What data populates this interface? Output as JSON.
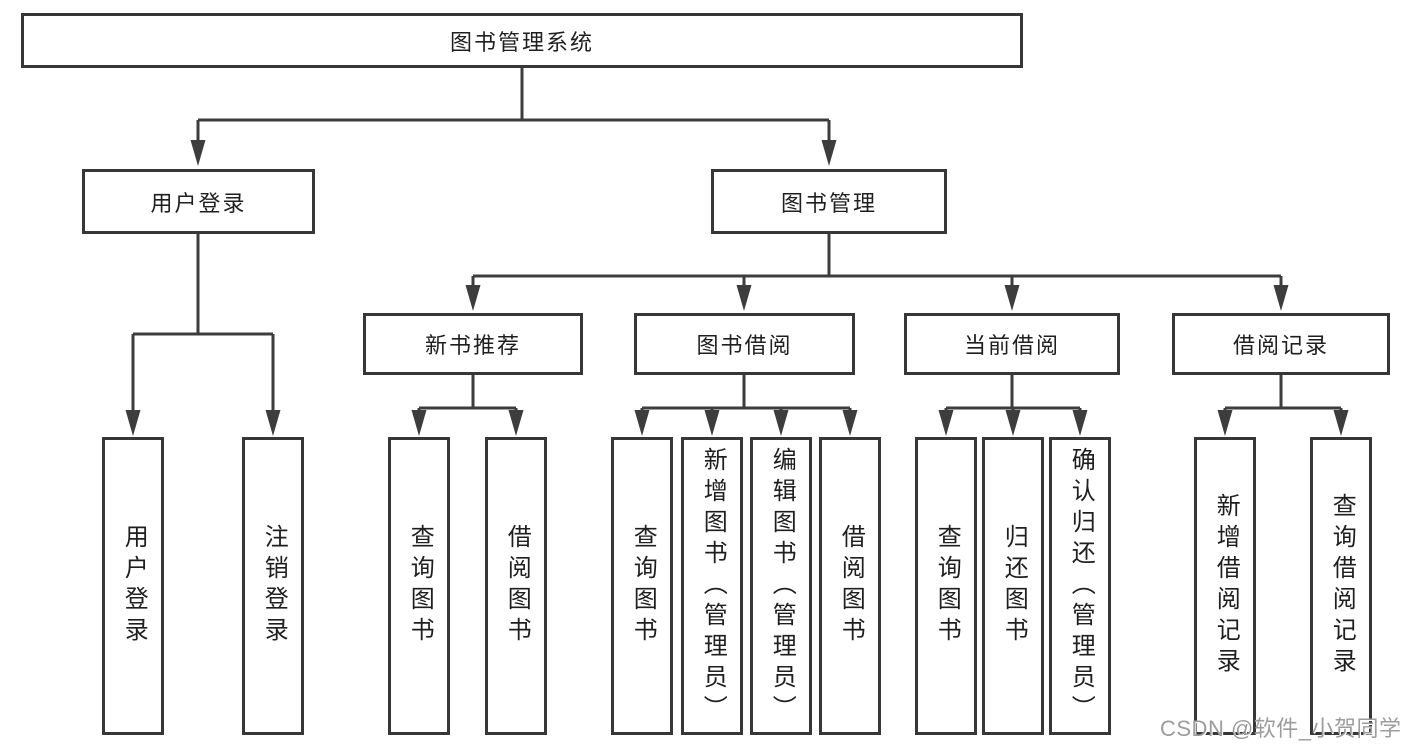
{
  "diagram": {
    "root": {
      "label": "图书管理系统"
    },
    "branches": [
      {
        "label": "用户登录",
        "children": [
          "用户登录",
          "注销登录"
        ]
      },
      {
        "label": "图书管理",
        "sections": [
          {
            "label": "新书推荐",
            "children": [
              "查询图书",
              "借阅图书"
            ]
          },
          {
            "label": "图书借阅",
            "children": [
              "查询图书",
              "新增图书（管理员）",
              "编辑图书（管理员）",
              "借阅图书"
            ]
          },
          {
            "label": "当前借阅",
            "children": [
              "查询图书",
              "归还图书",
              "确认归还（管理员）"
            ]
          },
          {
            "label": "借阅记录",
            "children": [
              "新增借阅记录",
              "查询借阅记录"
            ]
          }
        ]
      }
    ],
    "watermark": "CSDN @软件_小贺同学",
    "colors": {
      "line": "#3d3d3d",
      "box_border": "#373737",
      "text": "#1f1f1f",
      "watermark": "#9c9c9c",
      "background": "#ffffff"
    }
  }
}
